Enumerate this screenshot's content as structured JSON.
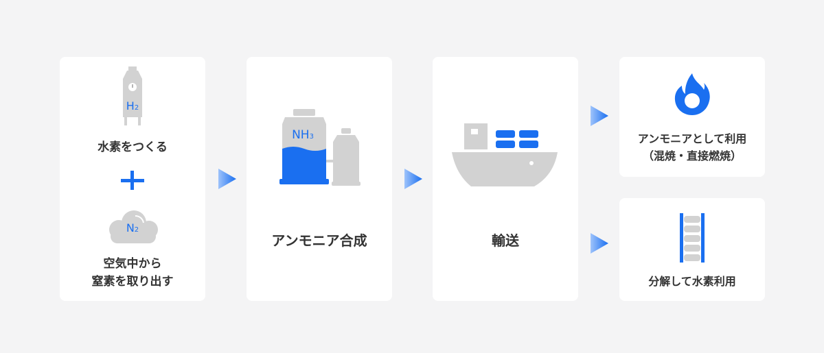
{
  "steps": {
    "produce": {
      "h2_symbol": "H",
      "h2_sub": "2",
      "line1": "水素をつくる",
      "n2_symbol": "N",
      "n2_sub": "2",
      "line2a": "空気中から",
      "line2b": "窒素を取り出す"
    },
    "synthesis": {
      "nh3_symbol": "NH",
      "nh3_sub": "3",
      "label": "アンモニア合成"
    },
    "transport": {
      "label": "輸送"
    },
    "uses": [
      {
        "line1": "アンモニアとして利用",
        "line2": "（混焼・直接燃焼）"
      },
      {
        "line1": "分解して水素利用"
      }
    ]
  },
  "colors": {
    "accent": "#1a6ff0",
    "gray_icon": "#d2d2d2",
    "card": "#ffffff",
    "background": "#f4f4f5",
    "text": "#333333"
  },
  "icons": [
    "hydrogen-cylinder-icon",
    "plus-icon",
    "nitrogen-cloud-icon",
    "ammonia-tank-icon",
    "cargo-ship-icon",
    "flame-icon",
    "ladder-decomposition-icon",
    "arrow-right-icon"
  ]
}
